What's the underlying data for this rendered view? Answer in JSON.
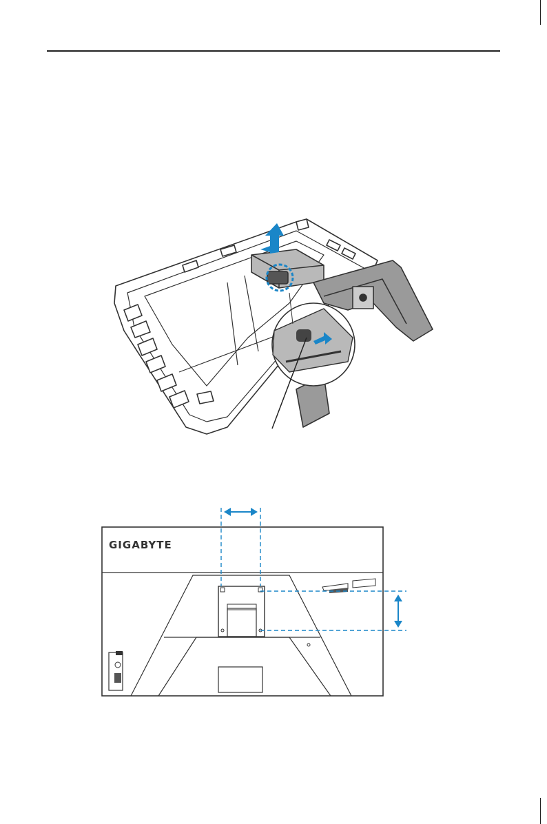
{
  "brand": {
    "logo_text": "GIGABYTE"
  },
  "colors": {
    "accent": "#1a86c8",
    "line": "#333333",
    "fill_light": "#ffffff",
    "fill_grey": "#7a7a7a"
  },
  "figures": [
    {
      "id": "stand-release-illustration"
    },
    {
      "id": "vesa-mount-illustration"
    }
  ]
}
